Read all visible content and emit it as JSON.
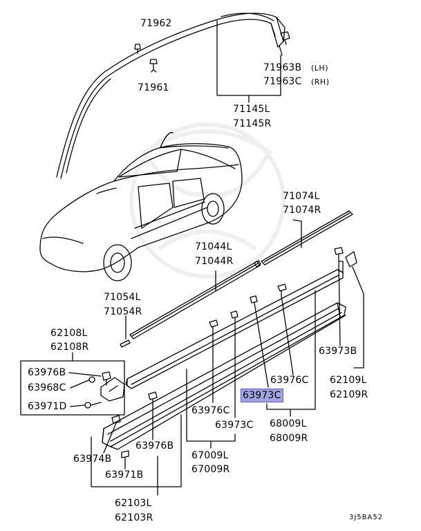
{
  "parts": {
    "p71962": "71962",
    "p71961": "71961",
    "p71963b": "71963B",
    "p71963b_side": "(LH)",
    "p71963c": "71963C",
    "p71963c_side": "(RH)",
    "p71145l": "71145L",
    "p71145r": "71145R",
    "p71074l": "71074L",
    "p71074r": "71074R",
    "p71044l": "71044L",
    "p71044r": "71044R",
    "p71054l": "71054L",
    "p71054r": "71054R",
    "p62108l": "62108L",
    "p62108r": "62108R",
    "p63976b_box": "63976B",
    "p63968c": "63968C",
    "p63971d": "63971D",
    "p63973b": "63973B",
    "p63976c_right": "63976C",
    "p63973c_hl": "63973C",
    "p62109l": "62109L",
    "p62109r": "62109R",
    "p63976c_mid": "63976C",
    "p63973c_mid": "63973C",
    "p68009l": "68009L",
    "p68009r": "68009R",
    "p63974b": "63974B",
    "p63976b": "63976B",
    "p67009l": "67009L",
    "p67009r": "67009R",
    "p63971b": "63971B",
    "p62103l": "62103L",
    "p62103r": "62103R"
  },
  "diagram_code": "3J5BA52",
  "highlight_color": "#9ea5e0"
}
